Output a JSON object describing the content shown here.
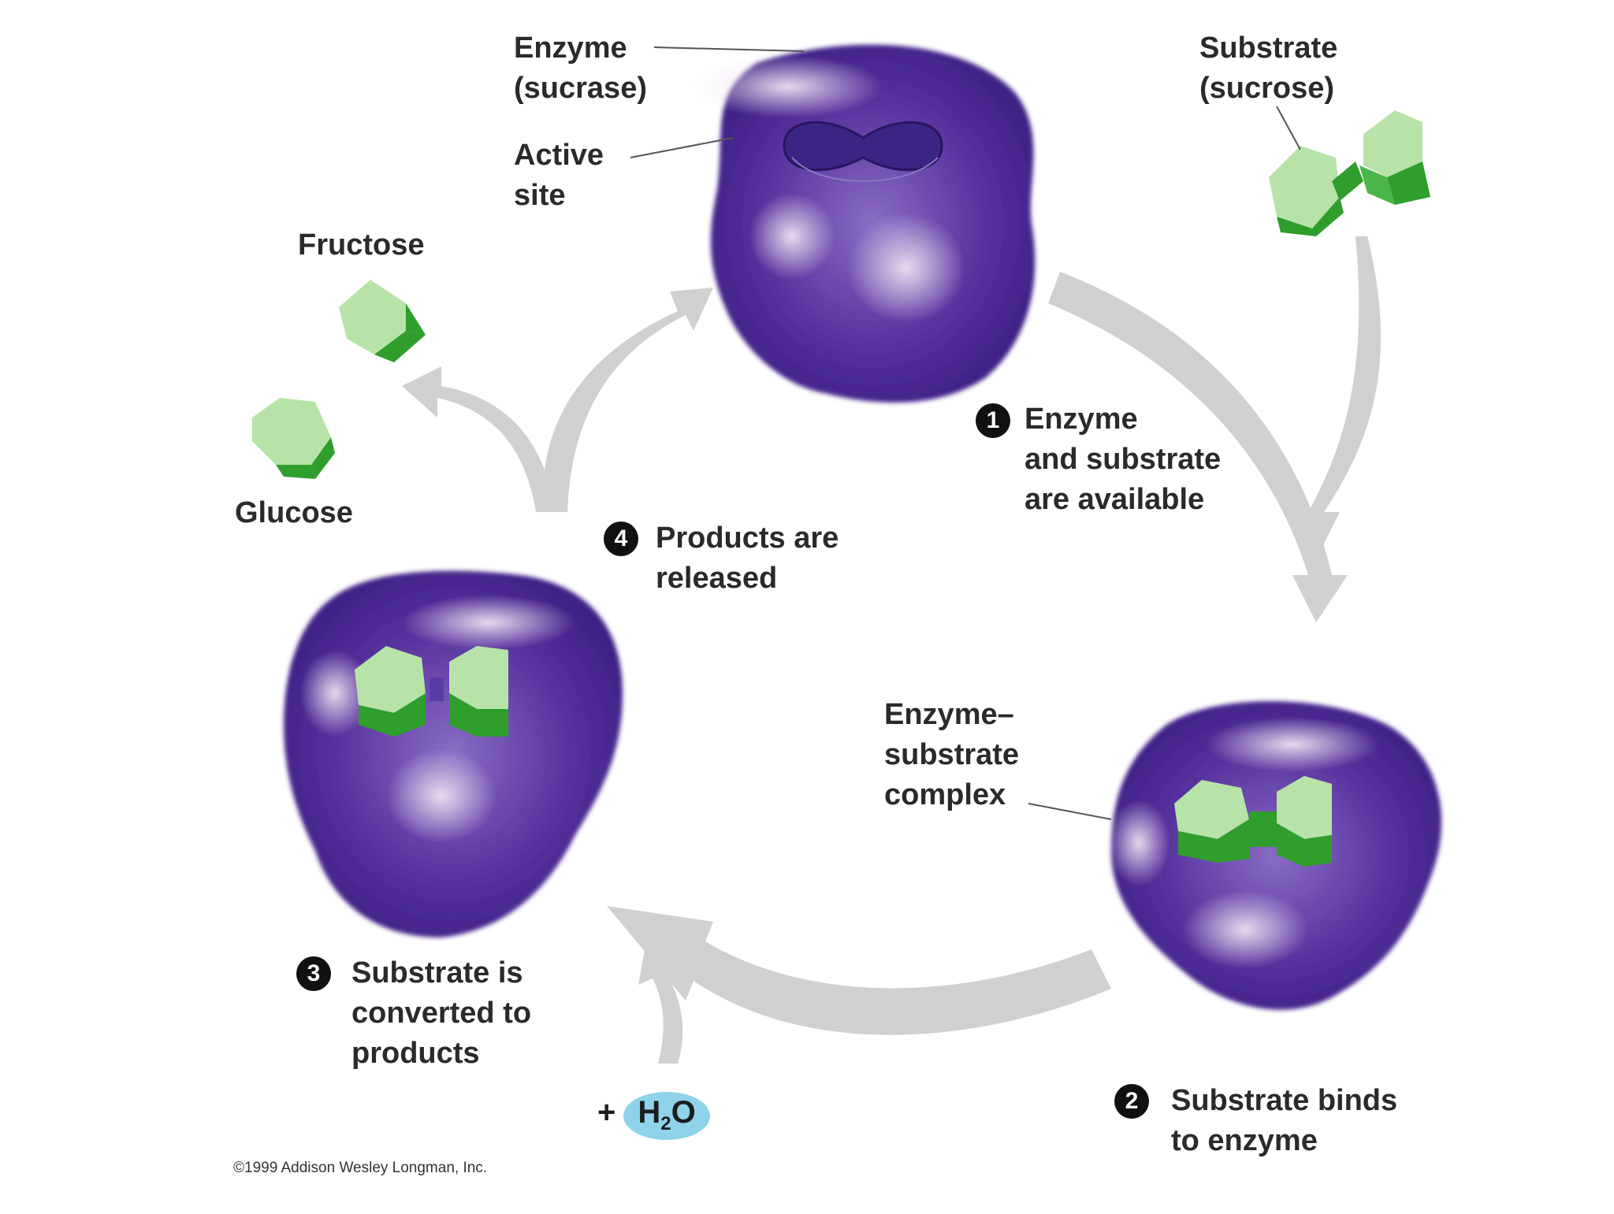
{
  "labels": {
    "enzyme": "Enzyme\n(sucrase)",
    "active_site": "Active\nsite",
    "substrate": "Substrate\n(sucrose)",
    "fructose": "Fructose",
    "glucose": "Glucose",
    "complex": "Enzyme–\nsubstrate\ncomplex"
  },
  "steps": [
    {
      "number": "1",
      "text": "Enzyme\nand substrate\nare available"
    },
    {
      "number": "2",
      "text": "Substrate binds\nto enzyme"
    },
    {
      "number": "3",
      "text": "Substrate is\nconverted to\nproducts"
    },
    {
      "number": "4",
      "text": "Products are\nreleased"
    }
  ],
  "water": {
    "plus": "+",
    "h": "H",
    "sub": "2",
    "o": "O"
  },
  "copyright": "©1999 Addison Wesley Longman, Inc.",
  "colors": {
    "enzyme": "#4a2a95",
    "enzyme_highlight": "#e6d0ea",
    "substrate_light": "#b8e3a8",
    "substrate_dark": "#2f9e2c",
    "arrow": "#d0d0d0",
    "water": "#8fd3ea"
  }
}
